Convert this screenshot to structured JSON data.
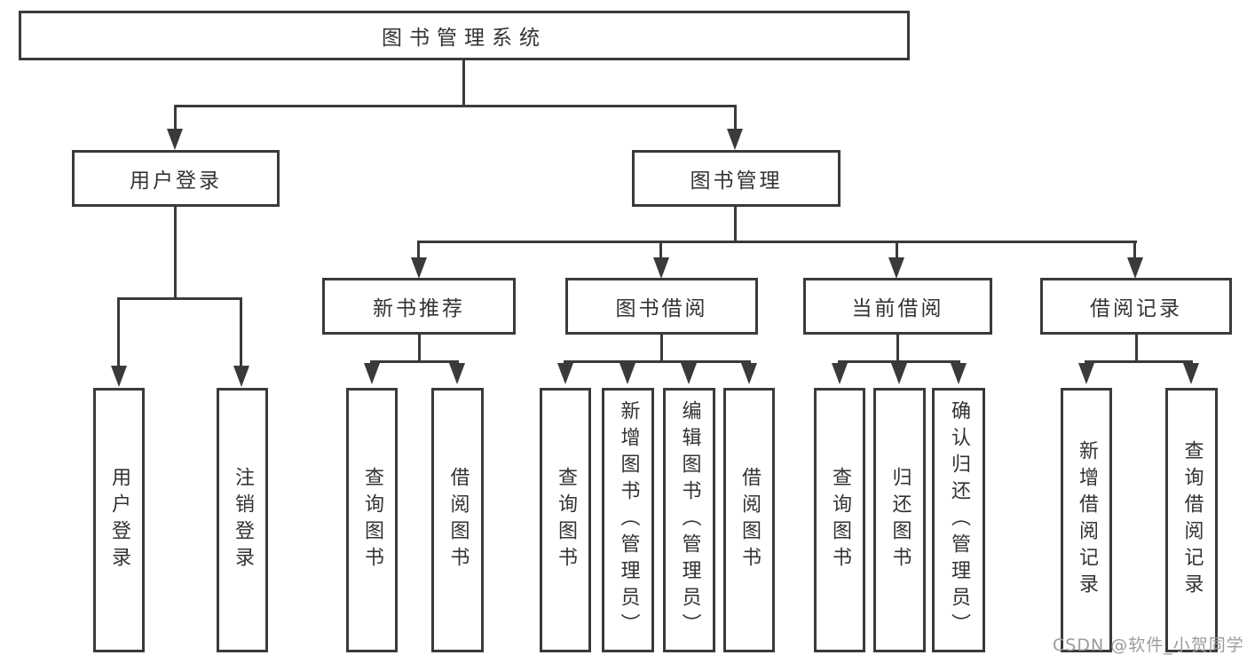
{
  "diagram": {
    "root": {
      "label": "图书管理系统"
    },
    "branches": [
      {
        "label": "用户登录",
        "children": [
          {
            "label": "用户登录"
          },
          {
            "label": "注销登录"
          }
        ]
      },
      {
        "label": "图书管理",
        "groups": [
          {
            "label": "新书推荐",
            "children": [
              {
                "label": "查询图书"
              },
              {
                "label": "借阅图书"
              }
            ]
          },
          {
            "label": "图书借阅",
            "children": [
              {
                "label": "查询图书"
              },
              {
                "label": "新增图书（管理员）"
              },
              {
                "label": "编辑图书（管理员）"
              },
              {
                "label": "借阅图书"
              }
            ]
          },
          {
            "label": "当前借阅",
            "children": [
              {
                "label": "查询图书"
              },
              {
                "label": "归还图书"
              },
              {
                "label": "确认归还（管理员）"
              }
            ]
          },
          {
            "label": "借阅记录",
            "children": [
              {
                "label": "新增借阅记录"
              },
              {
                "label": "查询借阅记录"
              }
            ]
          }
        ]
      }
    ]
  },
  "watermark": {
    "text": "CSDN @软件_小贺同学"
  },
  "colors": {
    "line": "#3a3a3a",
    "text": "#333333",
    "watermark": "#9c9c9c",
    "background": "#ffffff"
  }
}
